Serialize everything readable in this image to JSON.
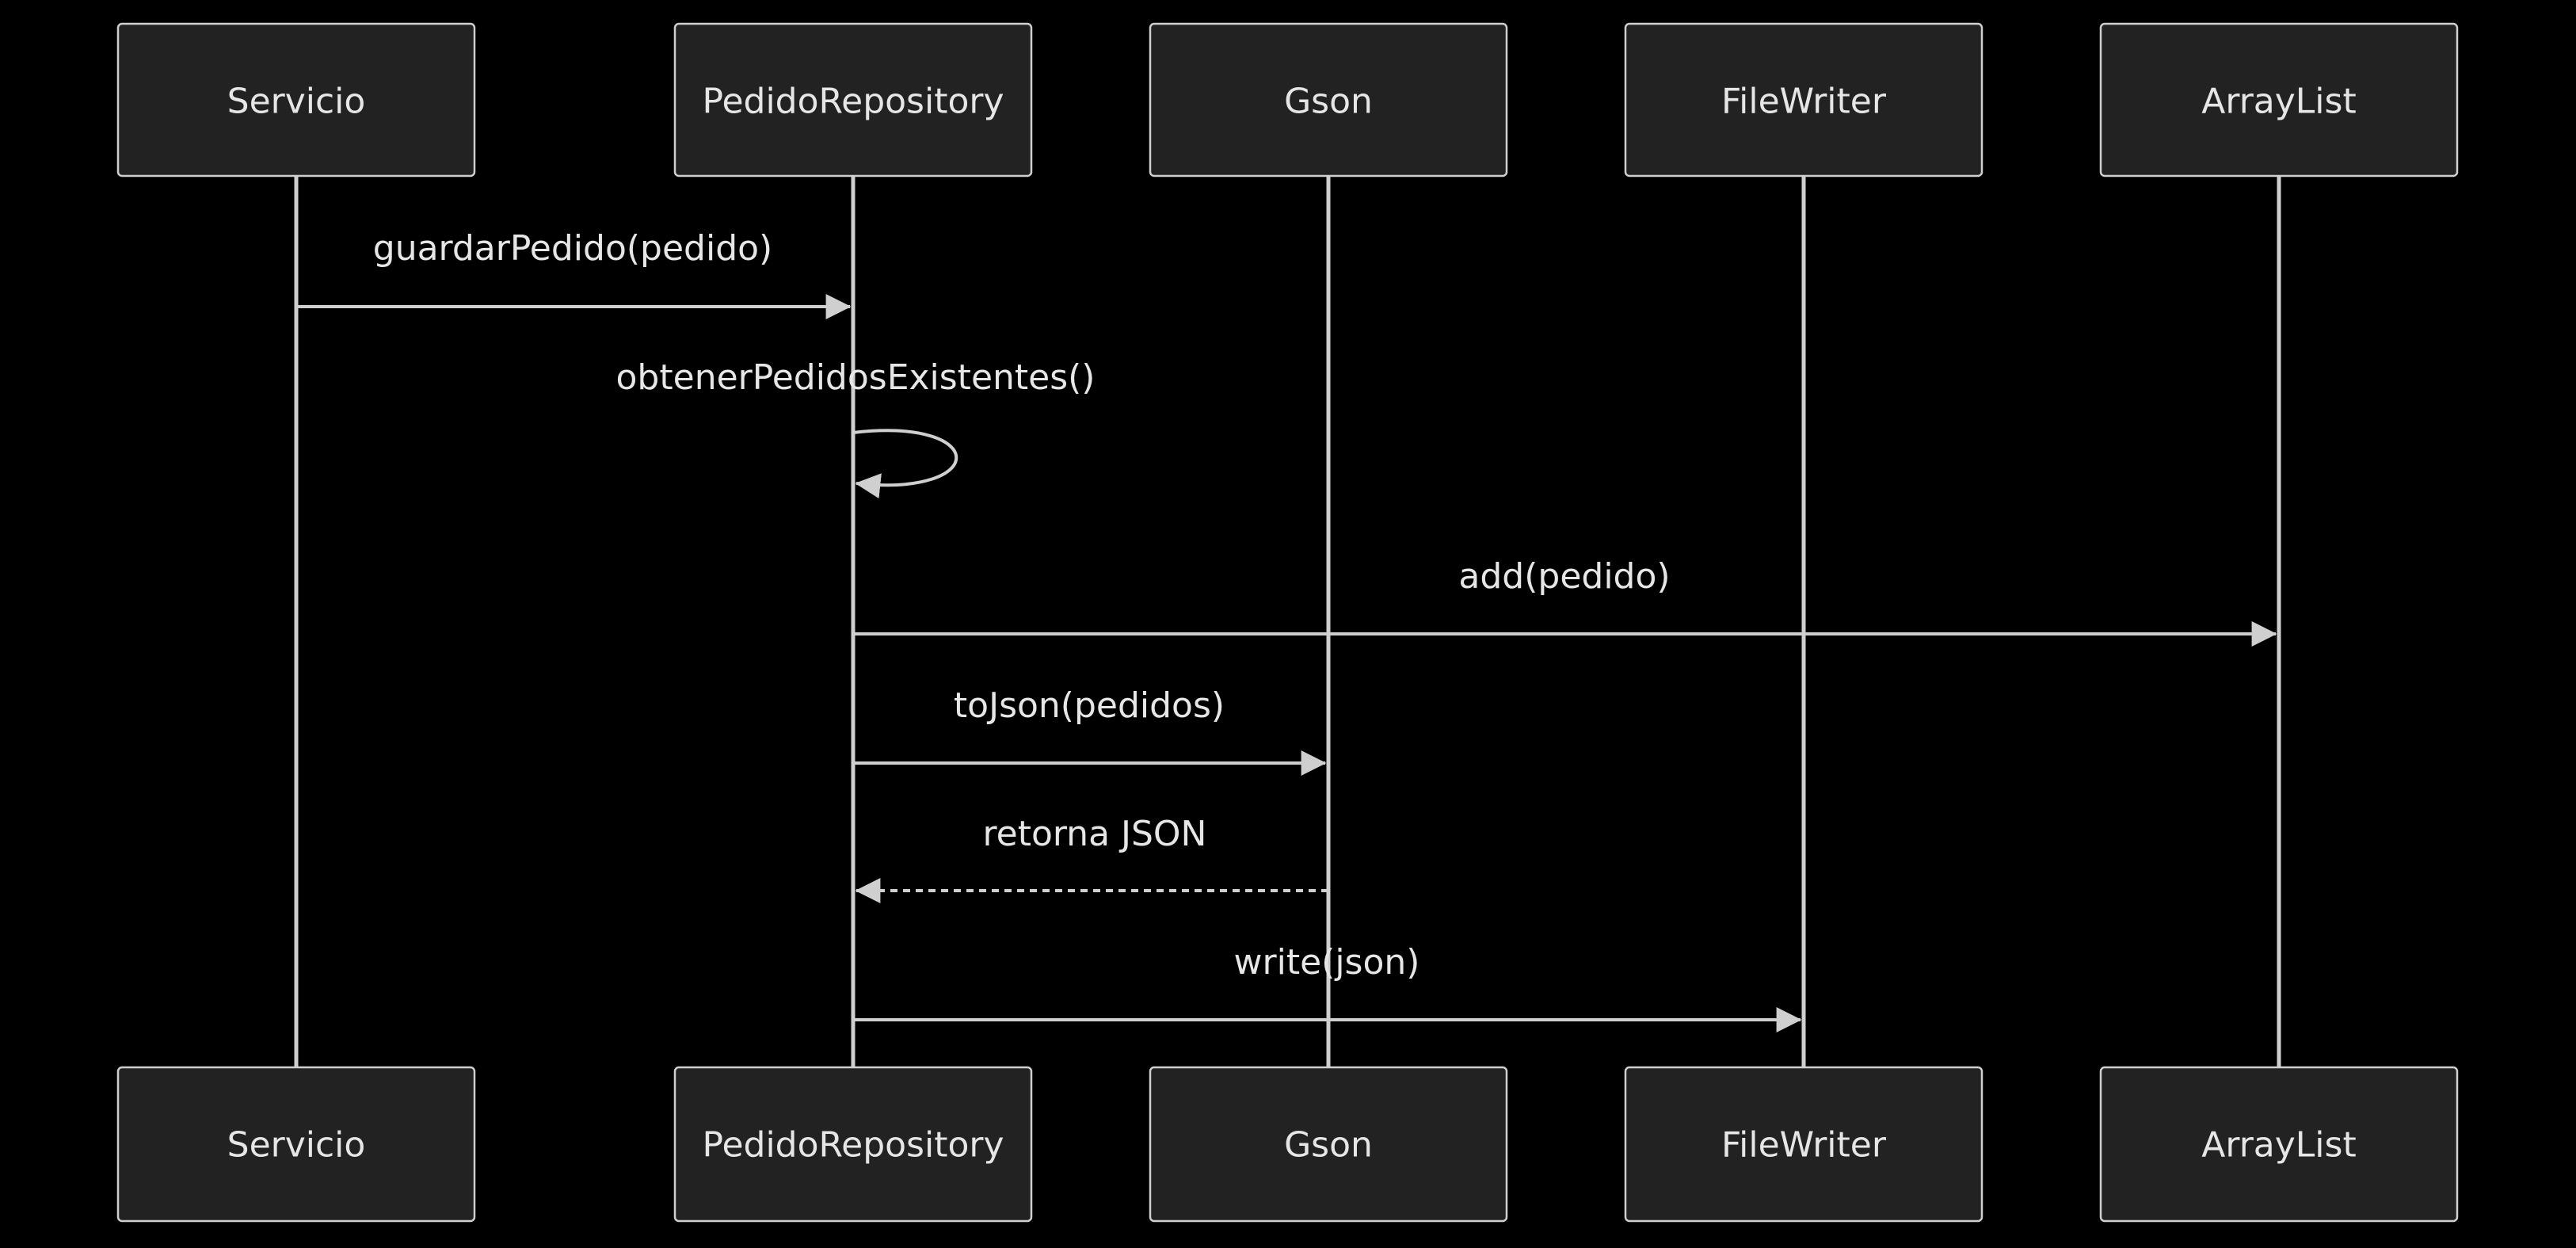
{
  "participants": [
    {
      "id": "servicio",
      "label": "Servicio"
    },
    {
      "id": "repo",
      "label": "PedidoRepository"
    },
    {
      "id": "gson",
      "label": "Gson"
    },
    {
      "id": "filewriter",
      "label": "FileWriter"
    },
    {
      "id": "arraylist",
      "label": "ArrayList"
    }
  ],
  "messages": [
    {
      "from": "servicio",
      "to": "repo",
      "label": "guardarPedido(pedido)",
      "style": "solid"
    },
    {
      "from": "repo",
      "to": "repo",
      "label": "obtenerPedidosExistentes()",
      "style": "solid"
    },
    {
      "from": "repo",
      "to": "arraylist",
      "label": "add(pedido)",
      "style": "solid"
    },
    {
      "from": "repo",
      "to": "gson",
      "label": "toJson(pedidos)",
      "style": "solid"
    },
    {
      "from": "gson",
      "to": "repo",
      "label": "retorna JSON",
      "style": "dashed"
    },
    {
      "from": "repo",
      "to": "filewriter",
      "label": "write(json)",
      "style": "solid"
    }
  ],
  "colors": {
    "background": "#000000",
    "box_fill": "#222222",
    "stroke": "#cfcfcf",
    "text": "#e6e6e6"
  }
}
